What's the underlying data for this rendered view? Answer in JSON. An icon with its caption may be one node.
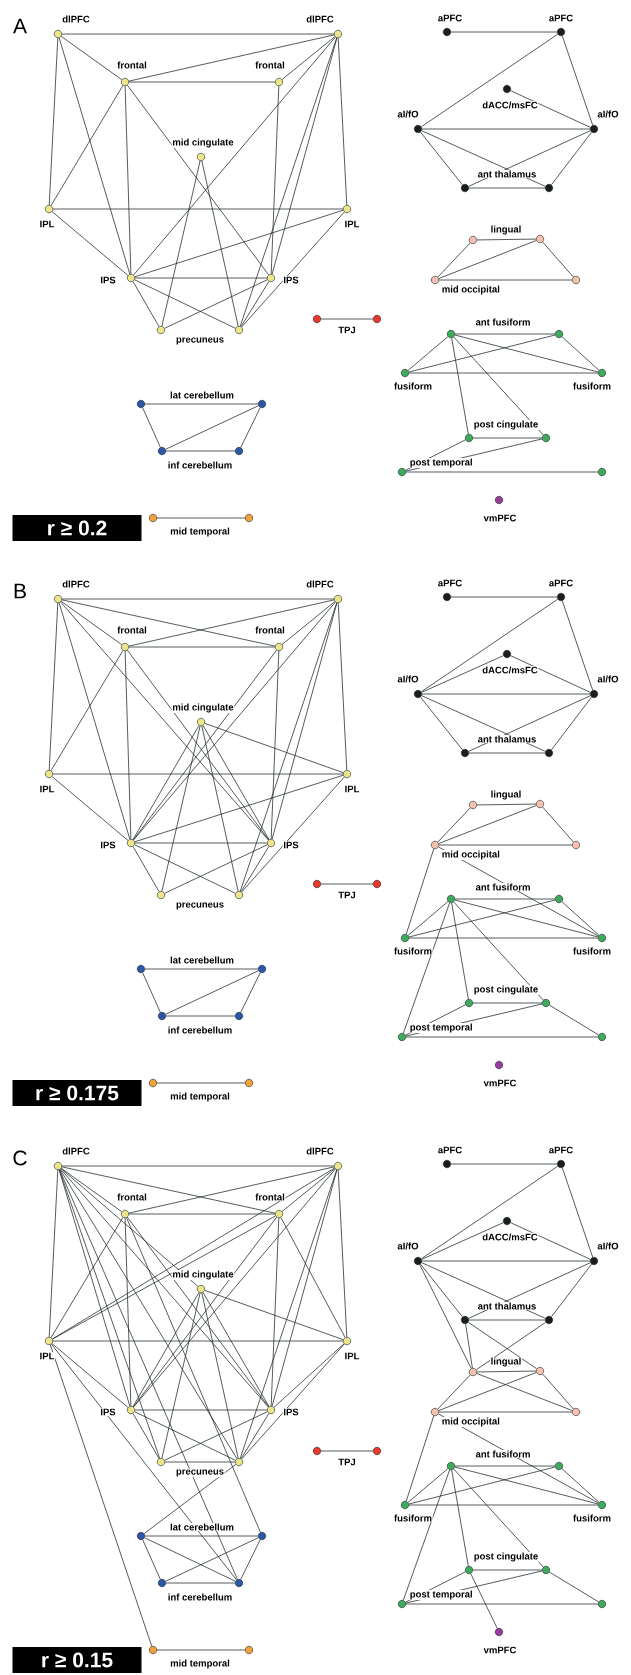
{
  "diagram": {
    "nodes": [
      {
        "text": [],
        "shape": "circle",
        "beside": [
          "dlPFC"
        ]
      },
      {
        "text": [],
        "shape": "circle",
        "beside": [
          "dlPFC"
        ]
      },
      {
        "text": [],
        "shape": "circle",
        "beside": [
          "frontal"
        ]
      },
      {
        "text": [],
        "shape": "circle",
        "beside": [
          "frontal"
        ]
      },
      {
        "text": [],
        "shape": "circle",
        "beside": [
          "mid cingulate"
        ]
      },
      {
        "text": [],
        "shape": "circle",
        "beside": [
          "IPL"
        ]
      },
      {
        "text": [],
        "shape": "circle",
        "beside": [
          "IPL"
        ]
      },
      {
        "text": [],
        "shape": "circle",
        "beside": [
          "IPS"
        ]
      },
      {
        "text": [],
        "shape": "circle",
        "beside": [
          "IPS"
        ]
      },
      {
        "text": [],
        "shape": "circle",
        "beside": [
          "precuneus"
        ]
      },
      {
        "text": [],
        "shape": "circle"
      },
      {
        "text": [],
        "shape": "circle",
        "beside": [
          "TPJ"
        ]
      },
      {
        "text": [],
        "shape": "circle"
      },
      {
        "text": [],
        "shape": "circle",
        "beside": [
          "lat cerebellum"
        ]
      },
      {
        "text": [],
        "shape": "circle"
      },
      {
        "text": [],
        "shape": "circle",
        "beside": [
          "inf cerebellum"
        ]
      },
      {
        "text": [],
        "shape": "circle"
      },
      {
        "text": [],
        "shape": "circle",
        "beside": [
          "mid temporal"
        ]
      },
      {
        "text": [],
        "shape": "circle"
      },
      {
        "text": [],
        "shape": "circle",
        "beside": [
          "aPFC"
        ]
      },
      {
        "text": [],
        "shape": "circle",
        "beside": [
          "aPFC"
        ]
      },
      {
        "text": [],
        "shape": "circle",
        "beside": [
          "dACC/msFC"
        ]
      },
      {
        "text": [],
        "shape": "circle",
        "beside": [
          "aI/fO"
        ]
      },
      {
        "text": [],
        "shape": "circle",
        "beside": [
          "aI/fO"
        ]
      },
      {
        "text": [],
        "shape": "circle",
        "beside": [
          "ant thalamus"
        ]
      },
      {
        "text": [],
        "shape": "circle"
      },
      {
        "text": [],
        "shape": "circle",
        "beside": [
          "lingual"
        ]
      },
      {
        "text": [],
        "shape": "circle"
      },
      {
        "text": [],
        "shape": "circle",
        "beside": [
          "mid occipital"
        ]
      },
      {
        "text": [],
        "shape": "circle"
      },
      {
        "text": [],
        "shape": "circle",
        "beside": [
          "ant fusiform"
        ]
      },
      {
        "text": [],
        "shape": "circle"
      },
      {
        "text": [],
        "shape": "circle",
        "beside": [
          "fusiform"
        ]
      },
      {
        "text": [],
        "shape": "circle",
        "beside": [
          "fusiform"
        ]
      },
      {
        "text": [],
        "shape": "circle",
        "beside": [
          "post cingulate"
        ]
      },
      {
        "text": [],
        "shape": "circle"
      },
      {
        "text": [],
        "shape": "circle",
        "beside": [
          "post temporal"
        ]
      },
      {
        "text": [],
        "shape": "circle"
      },
      {
        "text": [],
        "shape": "circle",
        "beside": [
          "vmPFC"
        ]
      },
      {
        "text": [],
        "shape": "circle",
        "beside": [
          "dlPFC"
        ]
      },
      {
        "text": [],
        "shape": "circle",
        "beside": [
          "dlPFC"
        ]
      },
      {
        "text": [],
        "shape": "circle",
        "beside": [
          "frontal"
        ]
      },
      {
        "text": [],
        "shape": "circle",
        "beside": [
          "frontal"
        ]
      },
      {
        "text": [],
        "shape": "circle",
        "beside": [
          "mid cingulate"
        ]
      },
      {
        "text": [],
        "shape": "circle",
        "beside": [
          "IPL"
        ]
      },
      {
        "text": [],
        "shape": "circle",
        "beside": [
          "IPL"
        ]
      },
      {
        "text": [],
        "shape": "circle",
        "beside": [
          "IPS"
        ]
      },
      {
        "text": [],
        "shape": "circle",
        "beside": [
          "IPS"
        ]
      },
      {
        "text": [],
        "shape": "circle",
        "beside": [
          "precuneus"
        ]
      },
      {
        "text": [],
        "shape": "circle"
      },
      {
        "text": [],
        "shape": "circle",
        "beside": [
          "TPJ"
        ]
      },
      {
        "text": [],
        "shape": "circle"
      },
      {
        "text": [],
        "shape": "circle",
        "beside": [
          "lat cerebellum"
        ]
      },
      {
        "text": [],
        "shape": "circle"
      },
      {
        "text": [],
        "shape": "circle",
        "beside": [
          "inf cerebellum"
        ]
      },
      {
        "text": [],
        "shape": "circle"
      },
      {
        "text": [],
        "shape": "circle",
        "beside": [
          "mid temporal"
        ]
      },
      {
        "text": [],
        "shape": "circle"
      },
      {
        "text": [],
        "shape": "circle",
        "beside": [
          "aPFC"
        ]
      },
      {
        "text": [],
        "shape": "circle",
        "beside": [
          "aPFC"
        ]
      },
      {
        "text": [],
        "shape": "circle",
        "beside": [
          "dACC/msFC"
        ]
      },
      {
        "text": [],
        "shape": "circle",
        "beside": [
          "aI/fO"
        ]
      },
      {
        "text": [],
        "shape": "circle",
        "beside": [
          "aI/fO"
        ]
      },
      {
        "text": [],
        "shape": "circle",
        "beside": [
          "ant thalamus"
        ]
      },
      {
        "text": [],
        "shape": "circle"
      },
      {
        "text": [],
        "shape": "circle",
        "beside": [
          "lingual"
        ]
      },
      {
        "text": [],
        "shape": "circle"
      },
      {
        "text": [],
        "shape": "circle",
        "beside": [
          "mid occipital"
        ]
      },
      {
        "text": [],
        "shape": "circle"
      },
      {
        "text": [],
        "shape": "circle",
        "beside": [
          "ant fusiform"
        ]
      },
      {
        "text": [],
        "shape": "circle"
      },
      {
        "text": [],
        "shape": "circle",
        "beside": [
          "fusiform"
        ]
      },
      {
        "text": [],
        "shape": "circle",
        "beside": [
          "fusiform"
        ]
      },
      {
        "text": [],
        "shape": "circle",
        "beside": [
          "post cingulate"
        ]
      },
      {
        "text": [],
        "shape": "circle"
      },
      {
        "text": [],
        "shape": "circle",
        "beside": [
          "post temporal"
        ]
      },
      {
        "text": [],
        "shape": "circle"
      },
      {
        "text": [],
        "shape": "circle",
        "beside": [
          "vmPFC"
        ]
      },
      {
        "text": [],
        "shape": "circle",
        "beside": [
          "dlPFC"
        ]
      },
      {
        "text": [],
        "shape": "circle",
        "beside": [
          "dlPFC"
        ]
      },
      {
        "text": [],
        "shape": "circle",
        "beside": [
          "frontal"
        ]
      },
      {
        "text": [],
        "shape": "circle",
        "beside": [
          "frontal"
        ]
      },
      {
        "text": [],
        "shape": "circle",
        "beside": [
          "mid cingulate"
        ]
      },
      {
        "text": [],
        "shape": "circle",
        "beside": [
          "IPL"
        ]
      },
      {
        "text": [],
        "shape": "circle",
        "beside": [
          "IPL"
        ]
      },
      {
        "text": [],
        "shape": "circle",
        "beside": [
          "IPS"
        ]
      },
      {
        "text": [],
        "shape": "circle",
        "beside": [
          "IPS"
        ]
      },
      {
        "text": [],
        "shape": "circle",
        "beside": [
          "precuneus"
        ]
      },
      {
        "text": [],
        "shape": "circle"
      },
      {
        "text": [],
        "shape": "circle",
        "beside": [
          "TPJ"
        ]
      },
      {
        "text": [],
        "shape": "circle"
      },
      {
        "text": [],
        "shape": "circle",
        "beside": [
          "lat cerebellum"
        ]
      },
      {
        "text": [],
        "shape": "circle"
      },
      {
        "text": [],
        "shape": "circle",
        "beside": [
          "inf cerebellum"
        ]
      },
      {
        "text": [],
        "shape": "circle"
      },
      {
        "text": [],
        "shape": "circle",
        "beside": [
          "mid temporal"
        ]
      },
      {
        "text": [],
        "shape": "circle"
      },
      {
        "text": [],
        "shape": "circle",
        "beside": [
          "aPFC"
        ]
      },
      {
        "text": [],
        "shape": "circle",
        "beside": [
          "aPFC"
        ]
      },
      {
        "text": [],
        "shape": "circle",
        "beside": [
          "dACC/msFC"
        ]
      },
      {
        "text": [],
        "shape": "circle",
        "beside": [
          "aI/fO"
        ]
      },
      {
        "text": [],
        "shape": "circle",
        "beside": [
          "aI/fO"
        ]
      },
      {
        "text": [],
        "shape": "circle",
        "beside": [
          "ant thalamus"
        ]
      },
      {
        "text": [],
        "shape": "circle"
      },
      {
        "text": [],
        "shape": "circle",
        "beside": [
          "lingual"
        ]
      },
      {
        "text": [],
        "shape": "circle"
      },
      {
        "text": [],
        "shape": "circle",
        "beside": [
          "mid occipital"
        ]
      },
      {
        "text": [],
        "shape": "circle"
      },
      {
        "text": [],
        "shape": "circle",
        "beside": [
          "ant fusiform"
        ]
      },
      {
        "text": [],
        "shape": "circle"
      },
      {
        "text": [],
        "shape": "circle",
        "beside": [
          "fusiform"
        ]
      },
      {
        "text": [],
        "shape": "circle",
        "beside": [
          "fusiform"
        ]
      },
      {
        "text": [],
        "shape": "circle",
        "beside": [
          "post cingulate"
        ]
      },
      {
        "text": [],
        "shape": "circle"
      },
      {
        "text": [],
        "shape": "circle",
        "beside": [
          "post temporal"
        ]
      },
      {
        "text": [],
        "shape": "circle"
      },
      {
        "text": [],
        "shape": "circle",
        "beside": [
          "vmPFC"
        ]
      }
    ],
    "edges": [
      {
        "from": 0,
        "to": 1,
        "arrow": "none"
      },
      {
        "from": 0,
        "to": 2,
        "arrow": "none"
      },
      {
        "from": 0,
        "to": 5,
        "arrow": "none"
      },
      {
        "from": 0,
        "to": 7,
        "arrow": "none"
      },
      {
        "from": 1,
        "to": 2,
        "arrow": "none"
      },
      {
        "from": 1,
        "to": 3,
        "arrow": "none"
      },
      {
        "from": 1,
        "to": 6,
        "arrow": "none"
      },
      {
        "from": 1,
        "to": 7,
        "arrow": "none"
      },
      {
        "from": 1,
        "to": 8,
        "arrow": "none"
      },
      {
        "from": 1,
        "to": 10,
        "arrow": "none"
      },
      {
        "from": 2,
        "to": 3,
        "arrow": "none"
      },
      {
        "from": 2,
        "to": 5,
        "arrow": "none"
      },
      {
        "from": 2,
        "to": 7,
        "arrow": "none"
      },
      {
        "from": 2,
        "to": 8,
        "arrow": "none"
      },
      {
        "from": 3,
        "to": 8,
        "arrow": "none"
      },
      {
        "from": 4,
        "to": 9,
        "arrow": "none"
      },
      {
        "from": 4,
        "to": 10,
        "arrow": "none"
      },
      {
        "from": 5,
        "to": 6,
        "arrow": "none"
      },
      {
        "from": 5,
        "to": 7,
        "arrow": "none"
      },
      {
        "from": 6,
        "to": 7,
        "arrow": "none"
      },
      {
        "from": 6,
        "to": 10,
        "arrow": "none"
      },
      {
        "from": 7,
        "to": 8,
        "arrow": "none"
      },
      {
        "from": 7,
        "to": 9,
        "arrow": "none"
      },
      {
        "from": 7,
        "to": 10,
        "arrow": "none"
      },
      {
        "from": 8,
        "to": 9,
        "arrow": "none"
      },
      {
        "from": 8,
        "to": 10,
        "arrow": "none"
      },
      {
        "from": 11,
        "to": 12,
        "arrow": "none"
      },
      {
        "from": 13,
        "to": 14,
        "arrow": "none"
      },
      {
        "from": 13,
        "to": 15,
        "arrow": "none"
      },
      {
        "from": 14,
        "to": 15,
        "arrow": "none"
      },
      {
        "from": 14,
        "to": 16,
        "arrow": "none"
      },
      {
        "from": 15,
        "to": 16,
        "arrow": "none"
      },
      {
        "from": 17,
        "to": 18,
        "arrow": "none"
      },
      {
        "from": 19,
        "to": 20,
        "arrow": "none"
      },
      {
        "from": 20,
        "to": 22,
        "arrow": "none"
      },
      {
        "from": 20,
        "to": 23,
        "arrow": "none"
      },
      {
        "from": 21,
        "to": 23,
        "arrow": "none"
      },
      {
        "from": 22,
        "to": 23,
        "arrow": "none"
      },
      {
        "from": 22,
        "to": 24,
        "arrow": "none"
      },
      {
        "from": 22,
        "to": 25,
        "arrow": "none"
      },
      {
        "from": 23,
        "to": 24,
        "arrow": "none"
      },
      {
        "from": 23,
        "to": 25,
        "arrow": "none"
      },
      {
        "from": 24,
        "to": 25,
        "arrow": "none"
      },
      {
        "from": 26,
        "to": 27,
        "arrow": "none"
      },
      {
        "from": 26,
        "to": 28,
        "arrow": "none"
      },
      {
        "from": 27,
        "to": 28,
        "arrow": "none"
      },
      {
        "from": 27,
        "to": 29,
        "arrow": "none"
      },
      {
        "from": 28,
        "to": 29,
        "arrow": "none"
      },
      {
        "from": 30,
        "to": 31,
        "arrow": "none"
      },
      {
        "from": 30,
        "to": 32,
        "arrow": "none"
      },
      {
        "from": 30,
        "to": 33,
        "arrow": "none"
      },
      {
        "from": 31,
        "to": 32,
        "arrow": "none"
      },
      {
        "from": 31,
        "to": 33,
        "arrow": "none"
      },
      {
        "from": 32,
        "to": 33,
        "arrow": "none"
      },
      {
        "from": 30,
        "to": 34,
        "arrow": "none"
      },
      {
        "from": 30,
        "to": 35,
        "arrow": "none"
      },
      {
        "from": 34,
        "to": 35,
        "arrow": "none"
      },
      {
        "from": 34,
        "to": 36,
        "arrow": "none"
      },
      {
        "from": 35,
        "to": 36,
        "arrow": "none"
      },
      {
        "from": 36,
        "to": 37,
        "arrow": "none"
      },
      {
        "from": 39,
        "to": 40,
        "arrow": "none"
      },
      {
        "from": 39,
        "to": 41,
        "arrow": "none"
      },
      {
        "from": 39,
        "to": 42,
        "arrow": "none"
      },
      {
        "from": 39,
        "to": 44,
        "arrow": "none"
      },
      {
        "from": 39,
        "to": 46,
        "arrow": "none"
      },
      {
        "from": 39,
        "to": 47,
        "arrow": "none"
      },
      {
        "from": 40,
        "to": 41,
        "arrow": "none"
      },
      {
        "from": 40,
        "to": 42,
        "arrow": "none"
      },
      {
        "from": 40,
        "to": 45,
        "arrow": "none"
      },
      {
        "from": 40,
        "to": 46,
        "arrow": "none"
      },
      {
        "from": 40,
        "to": 47,
        "arrow": "none"
      },
      {
        "from": 40,
        "to": 49,
        "arrow": "none"
      },
      {
        "from": 41,
        "to": 42,
        "arrow": "none"
      },
      {
        "from": 41,
        "to": 44,
        "arrow": "none"
      },
      {
        "from": 41,
        "to": 46,
        "arrow": "none"
      },
      {
        "from": 41,
        "to": 47,
        "arrow": "none"
      },
      {
        "from": 42,
        "to": 46,
        "arrow": "none"
      },
      {
        "from": 42,
        "to": 47,
        "arrow": "none"
      },
      {
        "from": 43,
        "to": 45,
        "arrow": "none"
      },
      {
        "from": 43,
        "to": 46,
        "arrow": "none"
      },
      {
        "from": 43,
        "to": 47,
        "arrow": "none"
      },
      {
        "from": 43,
        "to": 48,
        "arrow": "none"
      },
      {
        "from": 43,
        "to": 49,
        "arrow": "none"
      },
      {
        "from": 44,
        "to": 45,
        "arrow": "none"
      },
      {
        "from": 44,
        "to": 46,
        "arrow": "none"
      },
      {
        "from": 45,
        "to": 46,
        "arrow": "none"
      },
      {
        "from": 45,
        "to": 49,
        "arrow": "none"
      },
      {
        "from": 46,
        "to": 47,
        "arrow": "none"
      },
      {
        "from": 46,
        "to": 48,
        "arrow": "none"
      },
      {
        "from": 46,
        "to": 49,
        "arrow": "none"
      },
      {
        "from": 47,
        "to": 48,
        "arrow": "none"
      },
      {
        "from": 47,
        "to": 49,
        "arrow": "none"
      },
      {
        "from": 50,
        "to": 51,
        "arrow": "none"
      },
      {
        "from": 52,
        "to": 53,
        "arrow": "none"
      },
      {
        "from": 52,
        "to": 54,
        "arrow": "none"
      },
      {
        "from": 53,
        "to": 54,
        "arrow": "none"
      },
      {
        "from": 53,
        "to": 55,
        "arrow": "none"
      },
      {
        "from": 54,
        "to": 55,
        "arrow": "none"
      },
      {
        "from": 56,
        "to": 57,
        "arrow": "none"
      },
      {
        "from": 58,
        "to": 59,
        "arrow": "none"
      },
      {
        "from": 59,
        "to": 61,
        "arrow": "none"
      },
      {
        "from": 59,
        "to": 62,
        "arrow": "none"
      },
      {
        "from": 60,
        "to": 61,
        "arrow": "none"
      },
      {
        "from": 60,
        "to": 62,
        "arrow": "none"
      },
      {
        "from": 61,
        "to": 62,
        "arrow": "none"
      },
      {
        "from": 61,
        "to": 63,
        "arrow": "none"
      },
      {
        "from": 61,
        "to": 64,
        "arrow": "none"
      },
      {
        "from": 62,
        "to": 63,
        "arrow": "none"
      },
      {
        "from": 62,
        "to": 64,
        "arrow": "none"
      },
      {
        "from": 63,
        "to": 64,
        "arrow": "none"
      },
      {
        "from": 65,
        "to": 66,
        "arrow": "none"
      },
      {
        "from": 65,
        "to": 67,
        "arrow": "none"
      },
      {
        "from": 66,
        "to": 67,
        "arrow": "none"
      },
      {
        "from": 66,
        "to": 68,
        "arrow": "none"
      },
      {
        "from": 67,
        "to": 68,
        "arrow": "none"
      },
      {
        "from": 67,
        "to": 71,
        "arrow": "none"
      },
      {
        "from": 67,
        "to": 72,
        "arrow": "none"
      },
      {
        "from": 69,
        "to": 70,
        "arrow": "none"
      },
      {
        "from": 69,
        "to": 71,
        "arrow": "none"
      },
      {
        "from": 69,
        "to": 72,
        "arrow": "none"
      },
      {
        "from": 70,
        "to": 71,
        "arrow": "none"
      },
      {
        "from": 70,
        "to": 72,
        "arrow": "none"
      },
      {
        "from": 71,
        "to": 72,
        "arrow": "none"
      },
      {
        "from": 69,
        "to": 73,
        "arrow": "none"
      },
      {
        "from": 69,
        "to": 74,
        "arrow": "none"
      },
      {
        "from": 69,
        "to": 75,
        "arrow": "none"
      },
      {
        "from": 73,
        "to": 74,
        "arrow": "none"
      },
      {
        "from": 73,
        "to": 75,
        "arrow": "none"
      },
      {
        "from": 74,
        "to": 75,
        "arrow": "none"
      },
      {
        "from": 74,
        "to": 76,
        "arrow": "none"
      },
      {
        "from": 75,
        "to": 76,
        "arrow": "none"
      },
      {
        "from": 78,
        "to": 79,
        "arrow": "none"
      },
      {
        "from": 78,
        "to": 80,
        "arrow": "none"
      },
      {
        "from": 78,
        "to": 81,
        "arrow": "none"
      },
      {
        "from": 78,
        "to": 82,
        "arrow": "none"
      },
      {
        "from": 78,
        "to": 83,
        "arrow": "none"
      },
      {
        "from": 78,
        "to": 85,
        "arrow": "none"
      },
      {
        "from": 78,
        "to": 86,
        "arrow": "none"
      },
      {
        "from": 78,
        "to": 87,
        "arrow": "none"
      },
      {
        "from": 78,
        "to": 88,
        "arrow": "none"
      },
      {
        "from": 78,
        "to": 94,
        "arrow": "none"
      },
      {
        "from": 79,
        "to": 80,
        "arrow": "none"
      },
      {
        "from": 79,
        "to": 81,
        "arrow": "none"
      },
      {
        "from": 79,
        "to": 83,
        "arrow": "none"
      },
      {
        "from": 79,
        "to": 84,
        "arrow": "none"
      },
      {
        "from": 79,
        "to": 85,
        "arrow": "none"
      },
      {
        "from": 79,
        "to": 86,
        "arrow": "none"
      },
      {
        "from": 79,
        "to": 88,
        "arrow": "none"
      },
      {
        "from": 80,
        "to": 81,
        "arrow": "none"
      },
      {
        "from": 80,
        "to": 83,
        "arrow": "none"
      },
      {
        "from": 80,
        "to": 85,
        "arrow": "none"
      },
      {
        "from": 80,
        "to": 86,
        "arrow": "none"
      },
      {
        "from": 80,
        "to": 92,
        "arrow": "none"
      },
      {
        "from": 81,
        "to": 83,
        "arrow": "none"
      },
      {
        "from": 81,
        "to": 84,
        "arrow": "none"
      },
      {
        "from": 81,
        "to": 85,
        "arrow": "none"
      },
      {
        "from": 81,
        "to": 86,
        "arrow": "none"
      },
      {
        "from": 82,
        "to": 84,
        "arrow": "none"
      },
      {
        "from": 82,
        "to": 85,
        "arrow": "none"
      },
      {
        "from": 82,
        "to": 86,
        "arrow": "none"
      },
      {
        "from": 82,
        "to": 87,
        "arrow": "none"
      },
      {
        "from": 82,
        "to": 88,
        "arrow": "none"
      },
      {
        "from": 83,
        "to": 84,
        "arrow": "none"
      },
      {
        "from": 83,
        "to": 85,
        "arrow": "none"
      },
      {
        "from": 83,
        "to": 94,
        "arrow": "none"
      },
      {
        "from": 83,
        "to": 95,
        "arrow": "none"
      },
      {
        "from": 84,
        "to": 86,
        "arrow": "none"
      },
      {
        "from": 84,
        "to": 88,
        "arrow": "none"
      },
      {
        "from": 85,
        "to": 86,
        "arrow": "none"
      },
      {
        "from": 85,
        "to": 87,
        "arrow": "none"
      },
      {
        "from": 85,
        "to": 88,
        "arrow": "none"
      },
      {
        "from": 86,
        "to": 87,
        "arrow": "none"
      },
      {
        "from": 86,
        "to": 88,
        "arrow": "none"
      },
      {
        "from": 87,
        "to": 88,
        "arrow": "none"
      },
      {
        "from": 88,
        "to": 91,
        "arrow": "none"
      },
      {
        "from": 89,
        "to": 90,
        "arrow": "none"
      },
      {
        "from": 91,
        "to": 92,
        "arrow": "none"
      },
      {
        "from": 91,
        "to": 93,
        "arrow": "none"
      },
      {
        "from": 91,
        "to": 94,
        "arrow": "none"
      },
      {
        "from": 92,
        "to": 93,
        "arrow": "none"
      },
      {
        "from": 92,
        "to": 94,
        "arrow": "none"
      },
      {
        "from": 93,
        "to": 94,
        "arrow": "none"
      },
      {
        "from": 95,
        "to": 96,
        "arrow": "none"
      },
      {
        "from": 97,
        "to": 98,
        "arrow": "none"
      },
      {
        "from": 98,
        "to": 100,
        "arrow": "none"
      },
      {
        "from": 98,
        "to": 101,
        "arrow": "none"
      },
      {
        "from": 99,
        "to": 100,
        "arrow": "none"
      },
      {
        "from": 99,
        "to": 101,
        "arrow": "none"
      },
      {
        "from": 100,
        "to": 101,
        "arrow": "none"
      },
      {
        "from": 100,
        "to": 102,
        "arrow": "none"
      },
      {
        "from": 100,
        "to": 103,
        "arrow": "none"
      },
      {
        "from": 101,
        "to": 102,
        "arrow": "none"
      },
      {
        "from": 101,
        "to": 103,
        "arrow": "none"
      },
      {
        "from": 102,
        "to": 103,
        "arrow": "none"
      },
      {
        "from": 100,
        "to": 104,
        "arrow": "none"
      },
      {
        "from": 102,
        "to": 104,
        "arrow": "none"
      },
      {
        "from": 102,
        "to": 105,
        "arrow": "none"
      },
      {
        "from": 103,
        "to": 104,
        "arrow": "none"
      },
      {
        "from": 104,
        "to": 105,
        "arrow": "none"
      },
      {
        "from": 104,
        "to": 106,
        "arrow": "none"
      },
      {
        "from": 104,
        "to": 107,
        "arrow": "none"
      },
      {
        "from": 105,
        "to": 106,
        "arrow": "none"
      },
      {
        "from": 105,
        "to": 107,
        "arrow": "none"
      },
      {
        "from": 106,
        "to": 107,
        "arrow": "none"
      },
      {
        "from": 106,
        "to": 110,
        "arrow": "none"
      },
      {
        "from": 106,
        "to": 111,
        "arrow": "none"
      },
      {
        "from": 108,
        "to": 109,
        "arrow": "none"
      },
      {
        "from": 108,
        "to": 110,
        "arrow": "none"
      },
      {
        "from": 108,
        "to": 111,
        "arrow": "none"
      },
      {
        "from": 109,
        "to": 110,
        "arrow": "none"
      },
      {
        "from": 109,
        "to": 111,
        "arrow": "none"
      },
      {
        "from": 110,
        "to": 111,
        "arrow": "none"
      },
      {
        "from": 108,
        "to": 112,
        "arrow": "none"
      },
      {
        "from": 108,
        "to": 113,
        "arrow": "none"
      },
      {
        "from": 108,
        "to": 114,
        "arrow": "none"
      },
      {
        "from": 112,
        "to": 113,
        "arrow": "none"
      },
      {
        "from": 112,
        "to": 114,
        "arrow": "none"
      },
      {
        "from": 113,
        "to": 114,
        "arrow": "none"
      },
      {
        "from": 113,
        "to": 115,
        "arrow": "none"
      },
      {
        "from": 114,
        "to": 115,
        "arrow": "none"
      },
      {
        "from": 112,
        "to": 116,
        "arrow": "none"
      }
    ],
    "labels": [
      "A",
      "r ≥ 0.2",
      "B",
      "r ≥ 0.175",
      "C",
      "r ≥ 0.15"
    ]
  }
}
